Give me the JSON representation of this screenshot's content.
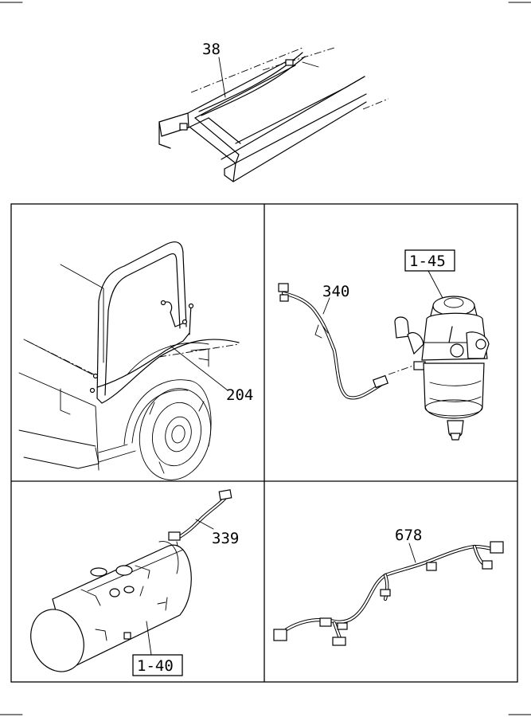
{
  "callouts": {
    "top_frame": "38",
    "cab": "204",
    "filter_harness": "340",
    "filter_ref": "1-45",
    "tank_harness": "339",
    "tank_ref": "1-40",
    "engine_harness": "678"
  }
}
